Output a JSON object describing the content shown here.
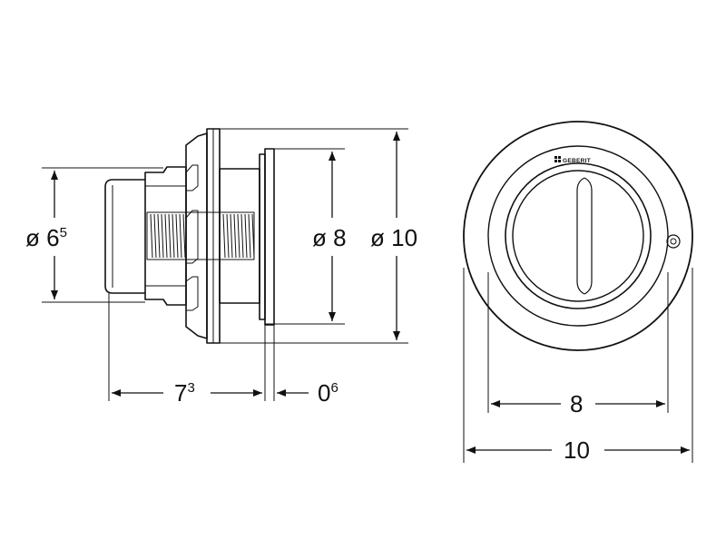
{
  "brand": {
    "logo_text": "GEBERIT"
  },
  "dimensions": {
    "dia_6_5": {
      "prefix": "ø ",
      "main": "6",
      "sup": "5"
    },
    "dia_8": {
      "text": "ø 8"
    },
    "dia_10": {
      "text": "ø 10"
    },
    "len_7_3": {
      "main": "7",
      "sup": "3"
    },
    "len_0_6": {
      "main": "0",
      "sup": "6"
    },
    "width_8": {
      "text": "8"
    },
    "width_10": {
      "text": "10"
    }
  },
  "colors": {
    "line": "#111111",
    "background": "#ffffff"
  }
}
